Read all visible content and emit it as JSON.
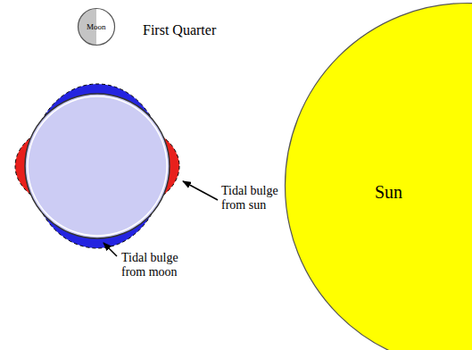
{
  "diagram": {
    "nodes": [
      {
        "text": [
          "Moon"
        ]
      },
      {
        "text": [
          "Sun"
        ]
      }
    ],
    "labels": [
      "First Quarter",
      "Tidal bulge from sun",
      "Tidal bulge from moon"
    ]
  }
}
